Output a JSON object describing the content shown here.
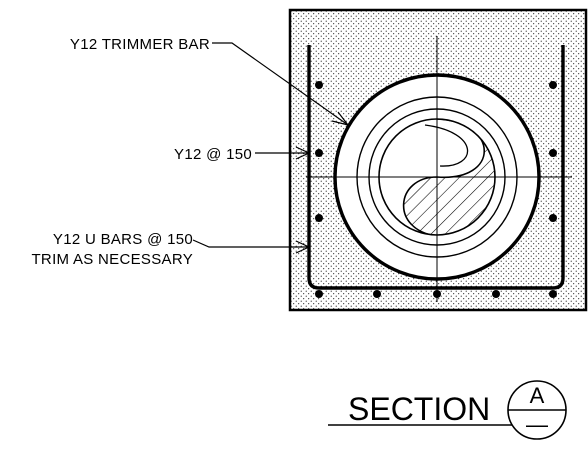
{
  "labels": {
    "trimmer_bar": "Y12 TRIMMER BAR",
    "bars_150": "Y12 @ 150",
    "u_bars_line1": "Y12 U BARS @ 150",
    "u_bars_line2": "TRIM AS NECESSARY"
  },
  "title": {
    "text": "SECTION",
    "marker_top": "A",
    "marker_bottom": "—"
  },
  "colors": {
    "ink": "#000000",
    "paper": "#ffffff"
  }
}
